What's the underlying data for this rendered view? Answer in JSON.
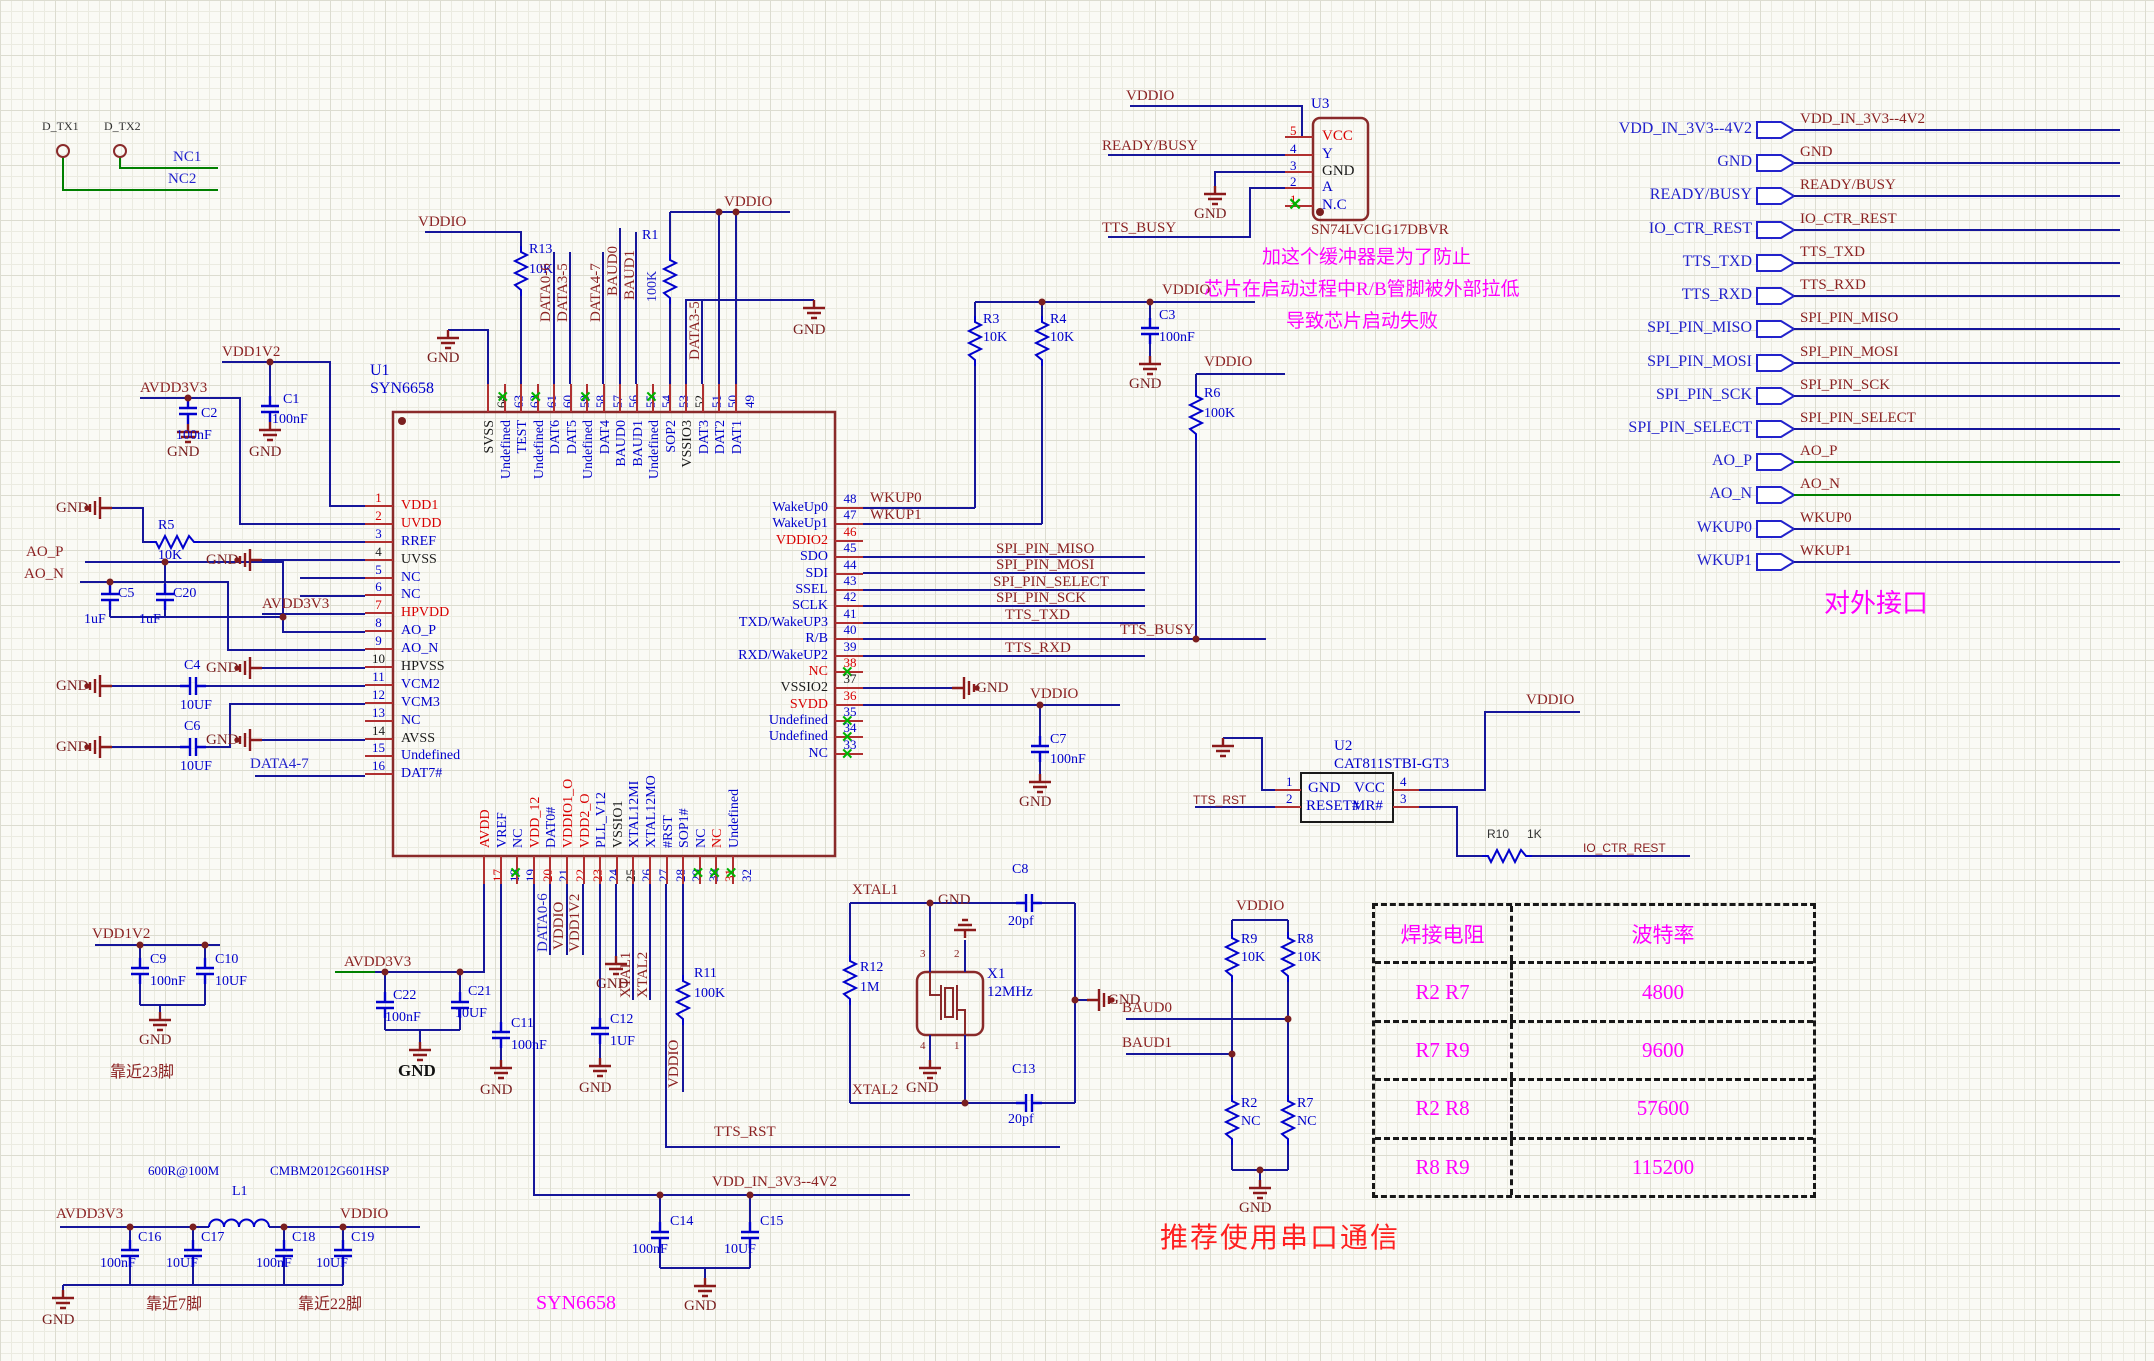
{
  "nets": {
    "vddio": "VDDIO",
    "vdd1v2": "VDD1V2",
    "avdd3v3": "AVDD3V3",
    "gnd": "GND",
    "nc1": "NC1",
    "nc2": "NC2",
    "ao_p": "AO_P",
    "ao_n": "AO_N",
    "data0_6": "DATA0-6",
    "data3_5": "DATA3-5",
    "data4_7": "DATA4-7",
    "baud0": "BAUD0",
    "baud1": "BAUD1",
    "wkup0": "WKUP0",
    "wkup1": "WKUP1",
    "spi_miso": "SPI_PIN_MISO",
    "spi_mosi": "SPI_PIN_MOSI",
    "spi_select": "SPI_PIN_SELECT",
    "spi_sck": "SPI_PIN_SCK",
    "tts_txd": "TTS_TXD",
    "tts_rxd": "TTS_RXD",
    "tts_busy": "TTS_BUSY",
    "tts_rst": "TTS_RST",
    "io_ctr_rest": "IO_CTR_REST",
    "vdd_in": "VDD_IN_3V3--4V2",
    "xtal1": "XTAL1",
    "xtal2": "XTAL2",
    "ready_busy": "READY/BUSY",
    "d_tx1": "D_TX1",
    "d_tx2": "D_TX2"
  },
  "parts": {
    "u1": {
      "ref": "U1",
      "part": "SYN6658"
    },
    "u2": {
      "ref": "U2",
      "part": "CAT811STBI-GT3"
    },
    "u3": {
      "ref": "U3",
      "part": "SN74LVC1G17DBVR"
    },
    "x1": {
      "ref": "X1",
      "val": "12MHz",
      "pins": [
        "3",
        "2",
        "4",
        "1"
      ]
    },
    "l1": {
      "ref": "L1",
      "val": "600R@100M",
      "part": "CMBM2012G601HSP"
    },
    "r1": {
      "ref": "R1",
      "val": "100K"
    },
    "r2": {
      "ref": "R2",
      "val": "NC"
    },
    "r3": {
      "ref": "R3",
      "val": "10K"
    },
    "r4": {
      "ref": "R4",
      "val": "10K"
    },
    "r5": {
      "ref": "R5",
      "val": "10K"
    },
    "r6": {
      "ref": "R6",
      "val": "100K"
    },
    "r7": {
      "ref": "R7",
      "val": "NC"
    },
    "r8": {
      "ref": "R8",
      "val": "10K"
    },
    "r9": {
      "ref": "R9",
      "val": "10K"
    },
    "r10": {
      "ref": "R10",
      "val": "1K"
    },
    "r11": {
      "ref": "R11",
      "val": "100K"
    },
    "r12": {
      "ref": "R12",
      "val": "1M"
    },
    "r13": {
      "ref": "R13",
      "val": "10K"
    },
    "c1": {
      "ref": "C1",
      "val": "100nF"
    },
    "c2": {
      "ref": "C2",
      "val": "100nF"
    },
    "c3": {
      "ref": "C3",
      "val": "100nF"
    },
    "c4": {
      "ref": "C4",
      "val": "10UF"
    },
    "c5": {
      "ref": "C5",
      "val": "1uF"
    },
    "c6": {
      "ref": "C6",
      "val": "10UF"
    },
    "c7": {
      "ref": "C7",
      "val": "100nF"
    },
    "c8": {
      "ref": "C8",
      "val": "20pf"
    },
    "c9": {
      "ref": "C9",
      "val": "100nF"
    },
    "c10": {
      "ref": "C10",
      "val": "10UF"
    },
    "c11": {
      "ref": "C11",
      "val": "100nF"
    },
    "c12": {
      "ref": "C12",
      "val": "1UF"
    },
    "c13": {
      "ref": "C13",
      "val": "20pf"
    },
    "c14": {
      "ref": "C14",
      "val": "100nF"
    },
    "c15": {
      "ref": "C15",
      "val": "10UF"
    },
    "c16": {
      "ref": "C16",
      "val": "100nF"
    },
    "c17": {
      "ref": "C17",
      "val": "10UF"
    },
    "c18": {
      "ref": "C18",
      "val": "100nF"
    },
    "c19": {
      "ref": "C19",
      "val": "10UF"
    },
    "c20": {
      "ref": "C20",
      "val": "1uF"
    },
    "c21": {
      "ref": "C21",
      "val": "10UF"
    },
    "c22": {
      "ref": "C22",
      "val": "100nF"
    }
  },
  "u1": {
    "left": [
      {
        "n": "1",
        "name": "VDD1",
        "c": "r"
      },
      {
        "n": "2",
        "name": "UVDD",
        "c": "r"
      },
      {
        "n": "3",
        "name": "RREF",
        "c": "b"
      },
      {
        "n": "4",
        "name": "UVSS",
        "c": "k"
      },
      {
        "n": "5",
        "name": "NC",
        "c": "b"
      },
      {
        "n": "6",
        "name": "NC",
        "c": "b"
      },
      {
        "n": "7",
        "name": "HPVDD",
        "c": "r"
      },
      {
        "n": "8",
        "name": "AO_P",
        "c": "b"
      },
      {
        "n": "9",
        "name": "AO_N",
        "c": "b"
      },
      {
        "n": "10",
        "name": "HPVSS",
        "c": "k"
      },
      {
        "n": "11",
        "name": "VCM2",
        "c": "b"
      },
      {
        "n": "12",
        "name": "VCM3",
        "c": "b"
      },
      {
        "n": "13",
        "name": "NC",
        "c": "b"
      },
      {
        "n": "14",
        "name": "AVSS",
        "c": "k"
      },
      {
        "n": "15",
        "name": "Undefined",
        "c": "b"
      },
      {
        "n": "16",
        "name": "DAT7#",
        "c": "b"
      }
    ],
    "top": [
      {
        "n": "64",
        "name": "SVSS",
        "c": "k"
      },
      {
        "n": "63",
        "name": "Undefined",
        "c": "b",
        "x": "hx"
      },
      {
        "n": "62",
        "name": "TEST",
        "c": "b"
      },
      {
        "n": "61",
        "name": "Undefined",
        "c": "b",
        "x": "hx"
      },
      {
        "n": "60",
        "name": "DAT6",
        "c": "b"
      },
      {
        "n": "59",
        "name": "DAT5",
        "c": "b"
      },
      {
        "n": "58",
        "name": "Undefined",
        "c": "b",
        "x": "hx"
      },
      {
        "n": "57",
        "name": "DAT4",
        "c": "b"
      },
      {
        "n": "56",
        "name": "BAUD0",
        "c": "b"
      },
      {
        "n": "55",
        "name": "BAUD1",
        "c": "b"
      },
      {
        "n": "54",
        "name": "Undefined",
        "c": "b",
        "x": "hx"
      },
      {
        "n": "53",
        "name": "SOP2",
        "c": "b"
      },
      {
        "n": "52",
        "name": "VSSIO3",
        "c": "k"
      },
      {
        "n": "51",
        "name": "DAT3",
        "c": "b"
      },
      {
        "n": "50",
        "name": "DAT2",
        "c": "b"
      },
      {
        "n": "49",
        "name": "DAT1",
        "c": "b"
      }
    ],
    "right": [
      {
        "n": "48",
        "name": "WakeUp0",
        "c": "b"
      },
      {
        "n": "47",
        "name": "WakeUp1",
        "c": "b"
      },
      {
        "n": "46",
        "name": "VDDIO2",
        "c": "r"
      },
      {
        "n": "45",
        "name": "SDO",
        "c": "b"
      },
      {
        "n": "44",
        "name": "SDI",
        "c": "b"
      },
      {
        "n": "43",
        "name": "SSEL",
        "c": "b"
      },
      {
        "n": "42",
        "name": "SCLK",
        "c": "b"
      },
      {
        "n": "41",
        "name": "TXD/WakeUP3",
        "c": "b"
      },
      {
        "n": "40",
        "name": "R/B",
        "c": "b"
      },
      {
        "n": "39",
        "name": "RXD/WakeUP2",
        "c": "b"
      },
      {
        "n": "38",
        "name": "NC",
        "c": "r",
        "x": "hx"
      },
      {
        "n": "37",
        "name": "VSSIO2",
        "c": "k"
      },
      {
        "n": "36",
        "name": "SVDD",
        "c": "r"
      },
      {
        "n": "35",
        "name": "Undefined",
        "c": "b",
        "x": "hx"
      },
      {
        "n": "34",
        "name": "Undefined",
        "c": "b",
        "x": "hx"
      },
      {
        "n": "33",
        "name": "NC",
        "c": "b",
        "x": "hx"
      }
    ],
    "bottom": [
      {
        "n": "17",
        "name": "AVDD",
        "c": "r"
      },
      {
        "n": "18",
        "name": "VREF",
        "c": "b"
      },
      {
        "n": "19",
        "name": "NC",
        "c": "b",
        "x": "hx"
      },
      {
        "n": "20",
        "name": "VDD_12",
        "c": "r"
      },
      {
        "n": "21",
        "name": "DAT0#",
        "c": "b"
      },
      {
        "n": "22",
        "name": "VDDIO1_O",
        "c": "r"
      },
      {
        "n": "23",
        "name": "VDD2_O",
        "c": "r"
      },
      {
        "n": "24",
        "name": "PLL_V12",
        "c": "b"
      },
      {
        "n": "25",
        "name": "VSSIO1",
        "c": "k"
      },
      {
        "n": "26",
        "name": "XTAL12MI",
        "c": "b"
      },
      {
        "n": "27",
        "name": "XTAL12MO",
        "c": "b"
      },
      {
        "n": "28",
        "name": "#RST",
        "c": "b"
      },
      {
        "n": "29",
        "name": "SOP1#",
        "c": "b"
      },
      {
        "n": "30",
        "name": "NC",
        "c": "b",
        "x": "hx"
      },
      {
        "n": "31",
        "name": "NC",
        "c": "r",
        "x": "hx"
      },
      {
        "n": "32",
        "name": "Undefined",
        "c": "b",
        "x": "hx"
      }
    ]
  },
  "u2pins": [
    {
      "n": "1",
      "name": "GND"
    },
    {
      "n": "2",
      "name": "RESET#"
    },
    {
      "n": "4",
      "name": "VCC"
    },
    {
      "n": "3",
      "name": "MR#"
    }
  ],
  "u3pins": [
    {
      "n": "5",
      "name": "VCC"
    },
    {
      "n": "4",
      "name": "Y"
    },
    {
      "n": "3",
      "name": "GND"
    },
    {
      "n": "2",
      "name": "A"
    },
    {
      "n": "1",
      "name": "N.C"
    }
  ],
  "ports": [
    {
      "name": "VDD_IN_3V3--4V2",
      "net": "VDD_IN_3V3--4V2"
    },
    {
      "name": "GND",
      "net": "GND"
    },
    {
      "name": "READY/BUSY",
      "net": "READY/BUSY"
    },
    {
      "name": "IO_CTR_REST",
      "net": "IO_CTR_REST"
    },
    {
      "name": "TTS_TXD",
      "net": "TTS_TXD"
    },
    {
      "name": "TTS_RXD",
      "net": "TTS_RXD"
    },
    {
      "name": "SPI_PIN_MISO",
      "net": "SPI_PIN_MISO"
    },
    {
      "name": "SPI_PIN_MOSI",
      "net": "SPI_PIN_MOSI"
    },
    {
      "name": "SPI_PIN_SCK",
      "net": "SPI_PIN_SCK"
    },
    {
      "name": "SPI_PIN_SELECT",
      "net": "SPI_PIN_SELECT"
    },
    {
      "name": "AO_P",
      "net": "AO_P",
      "g": "g"
    },
    {
      "name": "AO_N",
      "net": "AO_N",
      "g": "g"
    },
    {
      "name": "WKUP0",
      "net": "WKUP0"
    },
    {
      "name": "WKUP1",
      "net": "WKUP1"
    }
  ],
  "table": {
    "headers": [
      "焊接电阻",
      "波特率"
    ],
    "rows": [
      [
        "R2 R7",
        "4800"
      ],
      [
        "R7 R9",
        "9600"
      ],
      [
        "R2 R8",
        "57600"
      ],
      [
        "R8 R9",
        "115200"
      ]
    ]
  },
  "notes": {
    "line1": "加这个缓冲器是为了防止",
    "line2": "芯片在启动过程中R/B管脚被外部拉低",
    "line3": "导致芯片启动失败",
    "serial": "推荐使用串口通信",
    "ext": "对外接口",
    "syn": "SYN6658",
    "near23": "靠近23脚",
    "near7": "靠近7脚",
    "near22": "靠近22脚"
  }
}
